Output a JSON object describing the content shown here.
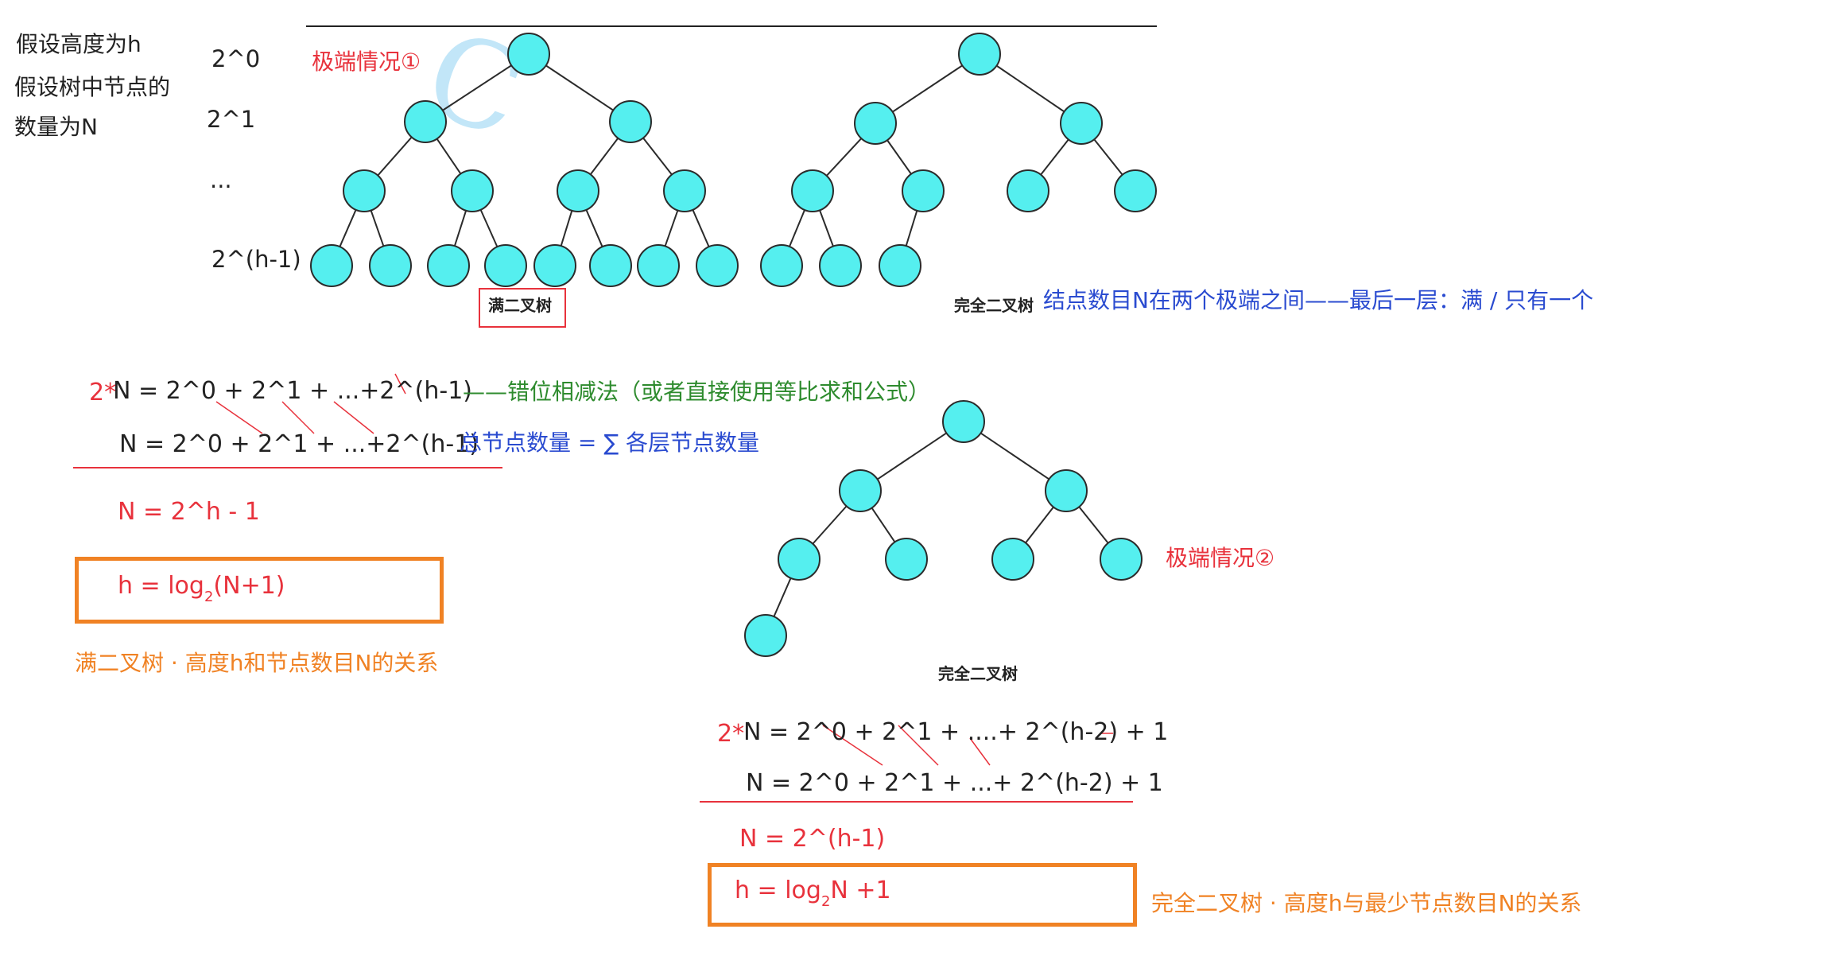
{
  "header": {
    "assume_height": "假设高度为h",
    "assume_count_line1": "假设树中节点的",
    "assume_count_line2": "数量为N"
  },
  "levels": {
    "l0": "2^0",
    "l1": "2^1",
    "dots": "...",
    "lh": "2^(h-1)"
  },
  "extreme1": "极端情况①",
  "extreme2": "极端情况②",
  "captions": {
    "full_tree": "满二叉树",
    "complete_tree_top": "完全二叉树",
    "complete_tree_bottom": "完全二叉树"
  },
  "range_note": "结点数目N在两个极端之间——最后一层：满 / 只有一个",
  "full_section": {
    "line1_prefix": "2*",
    "line1_body": " N =  2^0 + 2^1 + ...+2^(h-1)",
    "line1_note": "——错位相减法（或者直接使用等比求和公式）",
    "line2_body": "N =  2^0 + 2^1 + ...+2^(h-1)",
    "line2_note": "总节点数量 = ∑ 各层节点数量",
    "result": "N =   2^h - 1",
    "height_main": "h = log",
    "height_sub": "2",
    "height_arg": "(N+1)",
    "summary": "满二叉树 · 高度h和节点数目N的关系"
  },
  "complete_section": {
    "line1_prefix": "2*",
    "line1_body": "N = 2^0 + 2^1 + ....+ 2^(h-2) + 1",
    "line2_body": "N = 2^0 + 2^1 + ...+ 2^(h-2) + 1",
    "result": "N = 2^(h-1)",
    "height_main": "h = log",
    "height_sub": "2",
    "height_arg": "N  +1",
    "summary": "完全二叉树 · 高度h与最少节点数目N的关系"
  },
  "colors": {
    "node_fill": "#55efef",
    "red": "#e8323c",
    "orange": "#f08224",
    "blue": "#2a4bd0",
    "green": "#2e8b2e"
  }
}
